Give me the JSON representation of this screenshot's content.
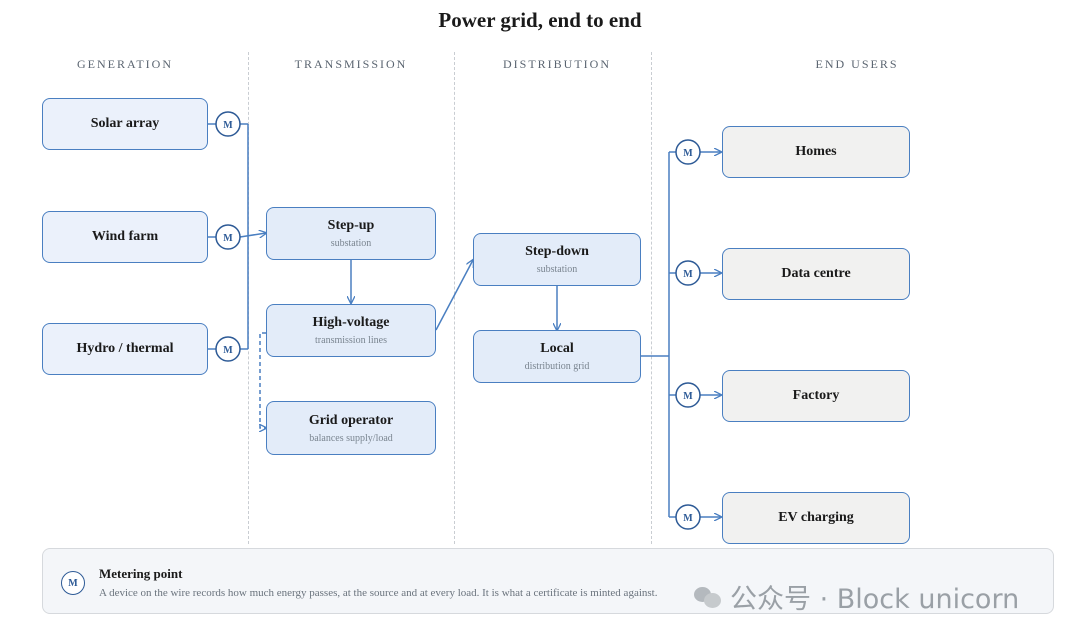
{
  "title": "Power grid, end to end",
  "columns": [
    "GENERATION",
    "TRANSMISSION",
    "DISTRIBUTION",
    "END USERS"
  ],
  "generation": [
    {
      "label": "Solar array"
    },
    {
      "label": "Wind farm"
    },
    {
      "label": "Hydro / thermal"
    }
  ],
  "transmission": [
    {
      "label": "Step-up",
      "sub": "substation"
    },
    {
      "label": "High-voltage",
      "sub": "transmission lines"
    },
    {
      "label": "Grid operator",
      "sub": "balances supply/load"
    }
  ],
  "distribution": [
    {
      "label": "Step-down",
      "sub": "substation"
    },
    {
      "label": "Local",
      "sub": "distribution grid"
    }
  ],
  "end_users": [
    {
      "label": "Homes"
    },
    {
      "label": "Data centre"
    },
    {
      "label": "Factory"
    },
    {
      "label": "EV charging"
    }
  ],
  "meter_symbol": "M",
  "legend": {
    "symbol": "M",
    "title": "Metering point",
    "description": "A device on the wire records how much energy passes, at the source and at every load. It is what a certificate is minted against."
  },
  "watermark": "公众号 · Block unicorn",
  "colors": {
    "wire": "#4a7fc1",
    "meter": "#2d5a96",
    "box_fill": "#e3ecf9",
    "user_fill": "#f1f1f0"
  }
}
